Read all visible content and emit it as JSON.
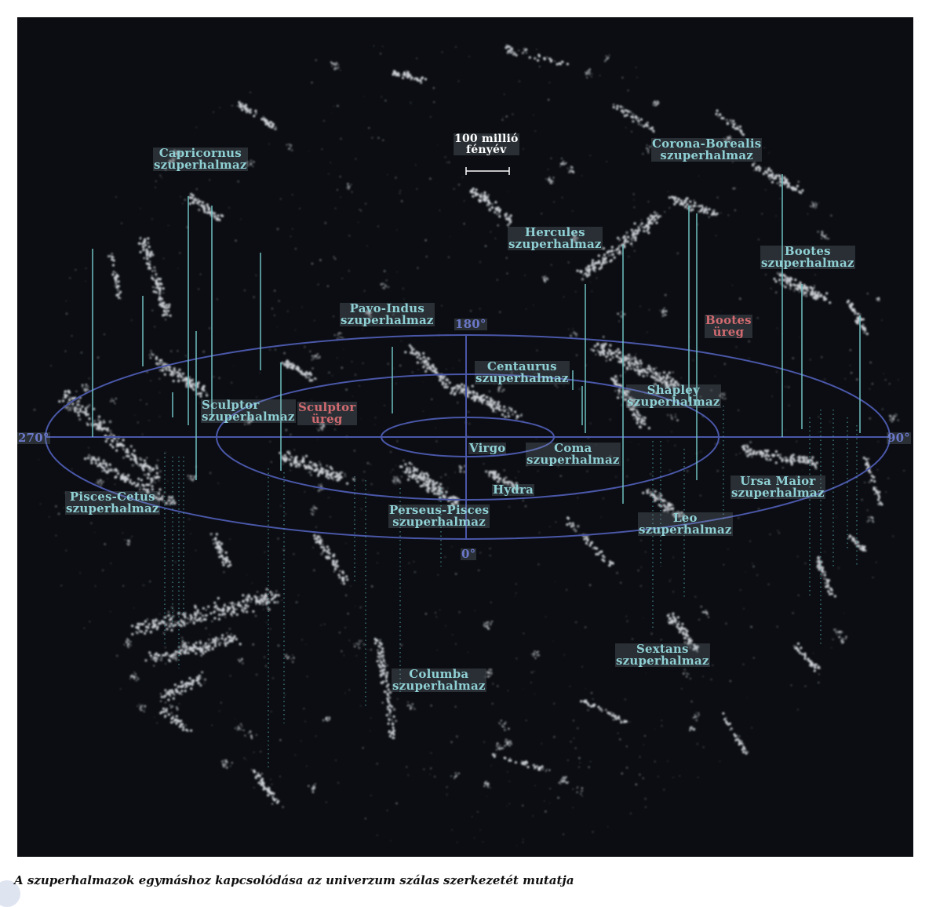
{
  "scale": {
    "line1": "100 millió",
    "line2": "fényév"
  },
  "axes": {
    "top": "180°",
    "bottom": "0°",
    "left": "270°",
    "right": "90°"
  },
  "superclusters": [
    {
      "id": "capricornus",
      "name": "Capricornus",
      "sub": "szuperhalmaz"
    },
    {
      "id": "corona-borealis",
      "name": "Corona-Borealis",
      "sub": "szuperhalmaz"
    },
    {
      "id": "hercules",
      "name": "Hercules",
      "sub": "szuperhalmaz"
    },
    {
      "id": "bootes",
      "name": "Bootes",
      "sub": "szuperhalmaz"
    },
    {
      "id": "pavo-indus",
      "name": "Pavo-Indus",
      "sub": "szuperhalmaz"
    },
    {
      "id": "centaurus",
      "name": "Centaurus",
      "sub": "szuperhalmaz"
    },
    {
      "id": "shapley",
      "name": "Shapley",
      "sub": "szuperhalmaz"
    },
    {
      "id": "sculptor",
      "name": "Sculptor",
      "sub": "szuperhalmaz"
    },
    {
      "id": "virgo",
      "name": "Virgo",
      "sub": ""
    },
    {
      "id": "coma",
      "name": "Coma",
      "sub": "szuperhalmaz"
    },
    {
      "id": "ursa-maior",
      "name": "Ursa Maior",
      "sub": "szuperhalmaz"
    },
    {
      "id": "pisces-cetus",
      "name": "Pisces-Cetus",
      "sub": "szuperhalmaz"
    },
    {
      "id": "hydra",
      "name": "Hydra",
      "sub": ""
    },
    {
      "id": "perseus-pisces",
      "name": "Perseus-Pisces",
      "sub": "szuperhalmaz"
    },
    {
      "id": "leo",
      "name": "Leo",
      "sub": "szuperhalmaz"
    },
    {
      "id": "sextans",
      "name": "Sextans",
      "sub": "szuperhalmaz"
    },
    {
      "id": "columba",
      "name": "Columba",
      "sub": "szuperhalmaz"
    }
  ],
  "voids": [
    {
      "id": "bootes-void",
      "name": "Bootes",
      "sub": "üreg"
    },
    {
      "id": "sculptor-void",
      "name": "Sculptor",
      "sub": "üreg"
    }
  ],
  "caption": "A szuperhalmazok egymáshoz kapcsolódása az univerzum szálas szerkezetét mutatja",
  "colors": {
    "background": "#0b0d12",
    "label": "#8fd0d5",
    "void": "#d06a70",
    "grid": "#4a57a8",
    "axis_label": "#6b78c9",
    "filaments": "#cfd3d8"
  }
}
